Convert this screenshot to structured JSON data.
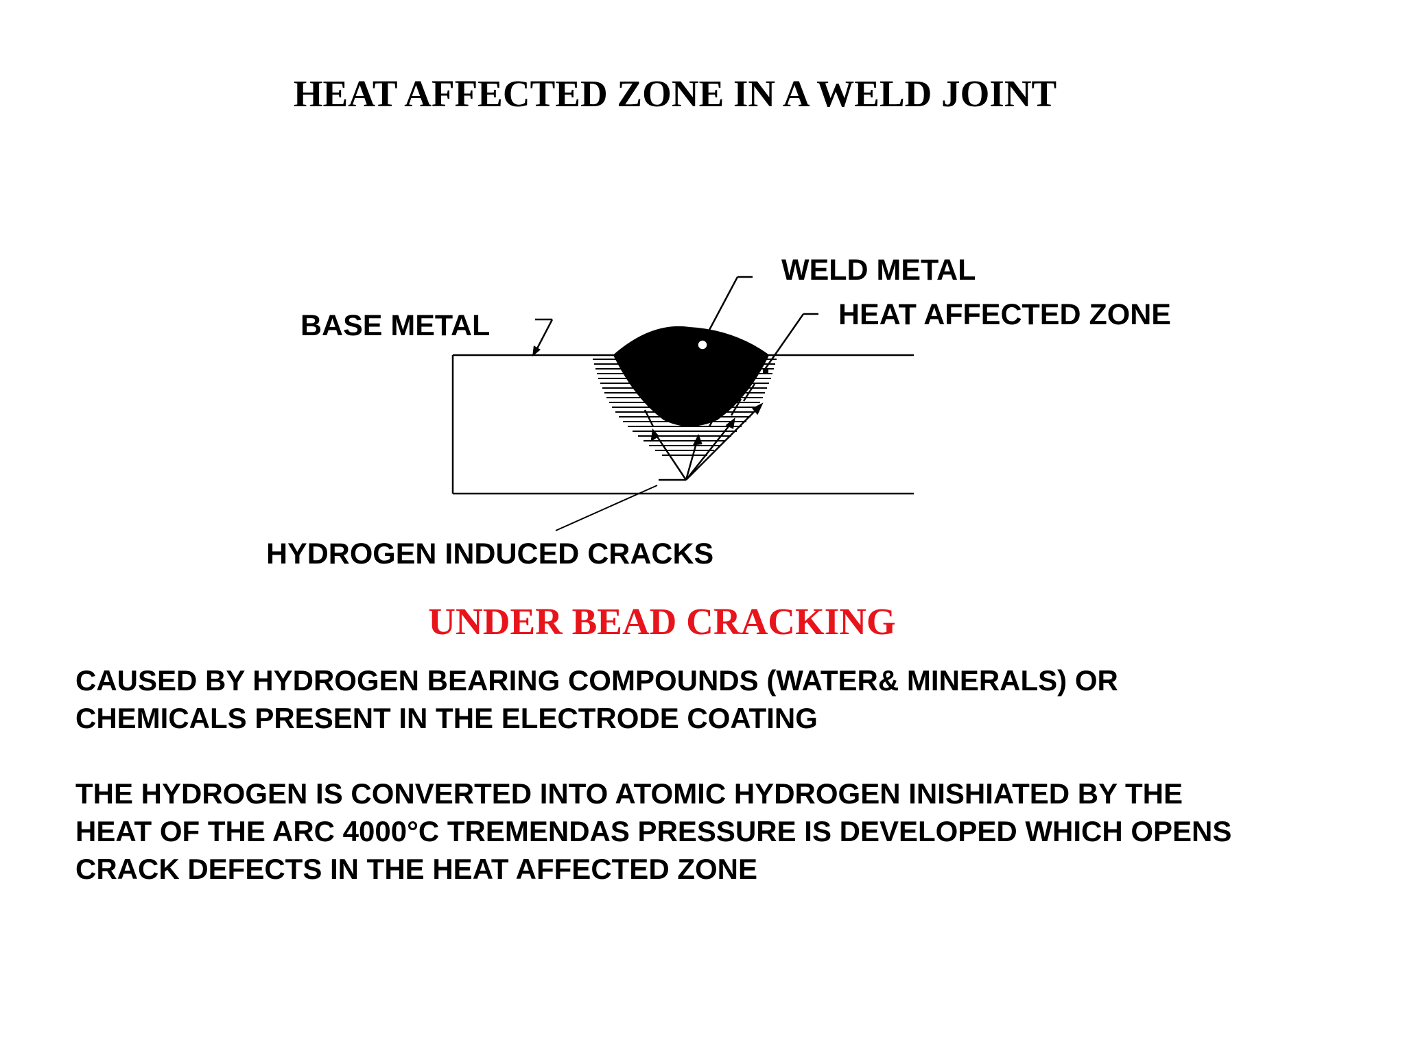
{
  "title": "HEAT AFFECTED ZONE IN A WELD JOINT",
  "diagram": {
    "labels": {
      "weld_metal": "WELD METAL",
      "heat_affected_zone": "HEAT AFFECTED ZONE",
      "base_metal": "BASE METAL",
      "hydrogen_induced_cracks": "HYDROGEN INDUCED CRACKS"
    }
  },
  "subtitle": "UNDER BEAD CRACKING",
  "colors": {
    "subtitle": "#e8141b",
    "text": "#000000",
    "background": "#ffffff"
  },
  "paragraphs": [
    {
      "lines": [
        "CAUSED BY HYDROGEN BEARING COMPOUNDS (WATER& MINERALS) OR",
        "CHEMICALS PRESENT IN THE ELECTRODE COATING"
      ]
    },
    {
      "lines": [
        "THE HYDROGEN IS CONVERTED INTO ATOMIC HYDROGEN INISHIATED BY THE",
        "HEAT OF THE ARC 4000°C TREMENDAS PRESSURE IS DEVELOPED WHICH OPENS",
        "CRACK DEFECTS IN THE HEAT AFFECTED ZONE"
      ]
    }
  ]
}
